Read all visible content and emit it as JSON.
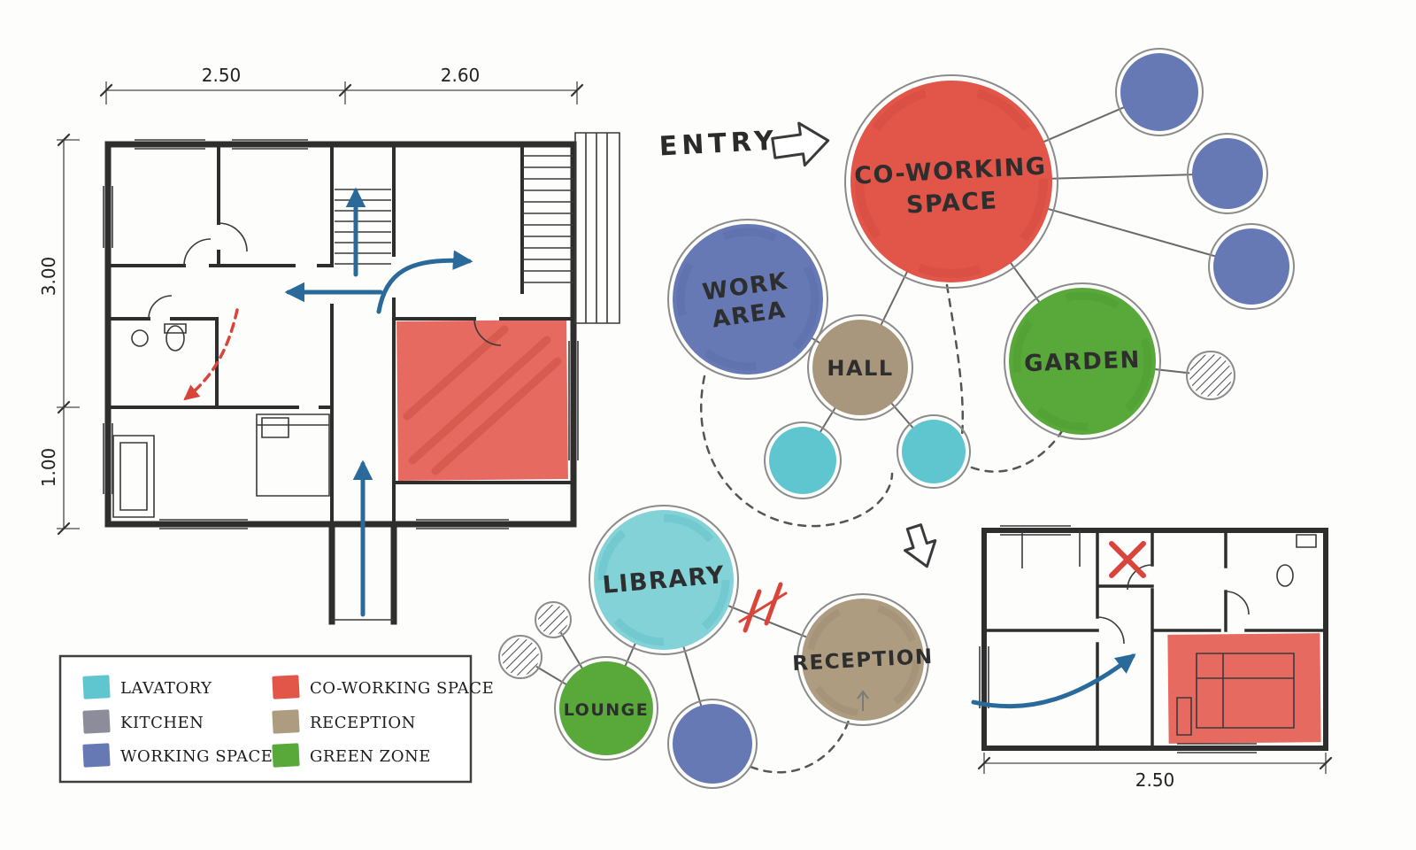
{
  "colors": {
    "wall": "#2e2e2e",
    "arrow_blue": "#2a6a9b",
    "alert_red": "#d9453a",
    "connector": "#666666",
    "lavatory": "#5fc6d0",
    "kitchen": "#8d8c9b",
    "working_space": "#6679b5",
    "coworking": "#e25549",
    "reception": "#ad9c80",
    "green_zone": "#58a83a",
    "library": "#82d2d8",
    "hall": "#a8977c"
  },
  "entry": {
    "label": "ENTRY"
  },
  "main_plan": {
    "dim_top_left": "2.50",
    "dim_top_right": "2.60",
    "dim_left_upper": "3.00",
    "dim_left_lower": "1.00"
  },
  "small_plan": {
    "dim_bottom": "2.50"
  },
  "bubbles": {
    "coworking": {
      "line1": "CO-WORKING",
      "line2": "SPACE"
    },
    "work_area": {
      "line1": "WORK",
      "line2": "AREA"
    },
    "hall": {
      "label": "HALL"
    },
    "garden": {
      "label": "GARDEN"
    },
    "library": {
      "label": "LIBRARY"
    },
    "lounge": {
      "label": "LOUNGE"
    },
    "reception": {
      "label": "RECEPTION"
    }
  },
  "legend": {
    "items": [
      {
        "label": "LAVATORY",
        "color": "#5fc6d0"
      },
      {
        "label": "KITCHEN",
        "color": "#8d8c9b"
      },
      {
        "label": "WORKING SPACE",
        "color": "#6679b5"
      },
      {
        "label": "CO-WORKING SPACE",
        "color": "#e25549"
      },
      {
        "label": "RECEPTION",
        "color": "#ad9c80"
      },
      {
        "label": "GREEN ZONE",
        "color": "#58a83a"
      }
    ]
  }
}
